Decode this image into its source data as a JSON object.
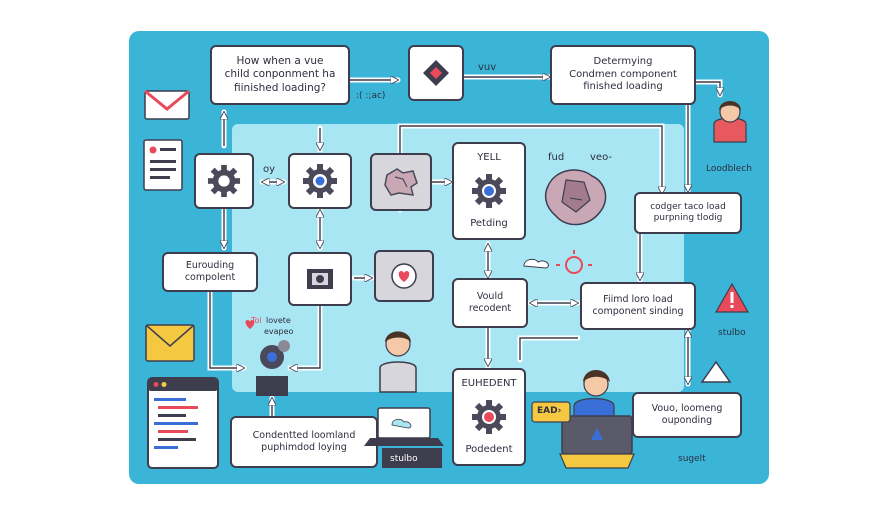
{
  "nodes": {
    "question": "How when a vue\nchild conponment ha\nfiinished loading?",
    "determining": "Determying\nCondmen component\nfinished loading",
    "yell_title": "YELL",
    "yell_sub": "Petding",
    "codger": "codger taco load\npurpning tlodig",
    "eurouding": "Eurouding\ncompolent",
    "vould": "Vould\nrecodent",
    "fiimd": "Fiimd loro load\ncomponent sinding",
    "euhedent_title": "EUHEDENT",
    "euhedent_sub": "Podedent",
    "vouo": "Vouo, loomeng\nouponding",
    "condentted": "Condentted loomland\npuphimdod loying"
  },
  "labels": {
    "vuv": "vuv",
    "code_snip": ":( :;ac)",
    "loodblech": "Loodblech",
    "oy": "oy",
    "fud": "fud",
    "veo": "veo-",
    "tol_a": "Tol",
    "tol_b": "lovete",
    "tol_c": "evapeo",
    "stulbo_right": "stulbo",
    "stulbo_bottom": "stulbo",
    "ead": "EAD›",
    "sugelt": "sugelt"
  },
  "icons": [
    "envelope-icon",
    "document-icon",
    "gear-icon",
    "diamond-icon",
    "heart-icon",
    "puzzle-icon",
    "warning-icon",
    "triangle-icon",
    "person-icon",
    "laptop-icon",
    "browser-code-icon",
    "cloud-icon",
    "sun-icon"
  ],
  "colors": {
    "board": "#3ab5d8",
    "inner_panel": "#a9e6f4",
    "node_border": "#3d3d4d",
    "accent_red": "#e94a5b",
    "accent_blue": "#3b6fd8",
    "envelope_yellow": "#f5c842",
    "person_red": "#e8595f"
  }
}
